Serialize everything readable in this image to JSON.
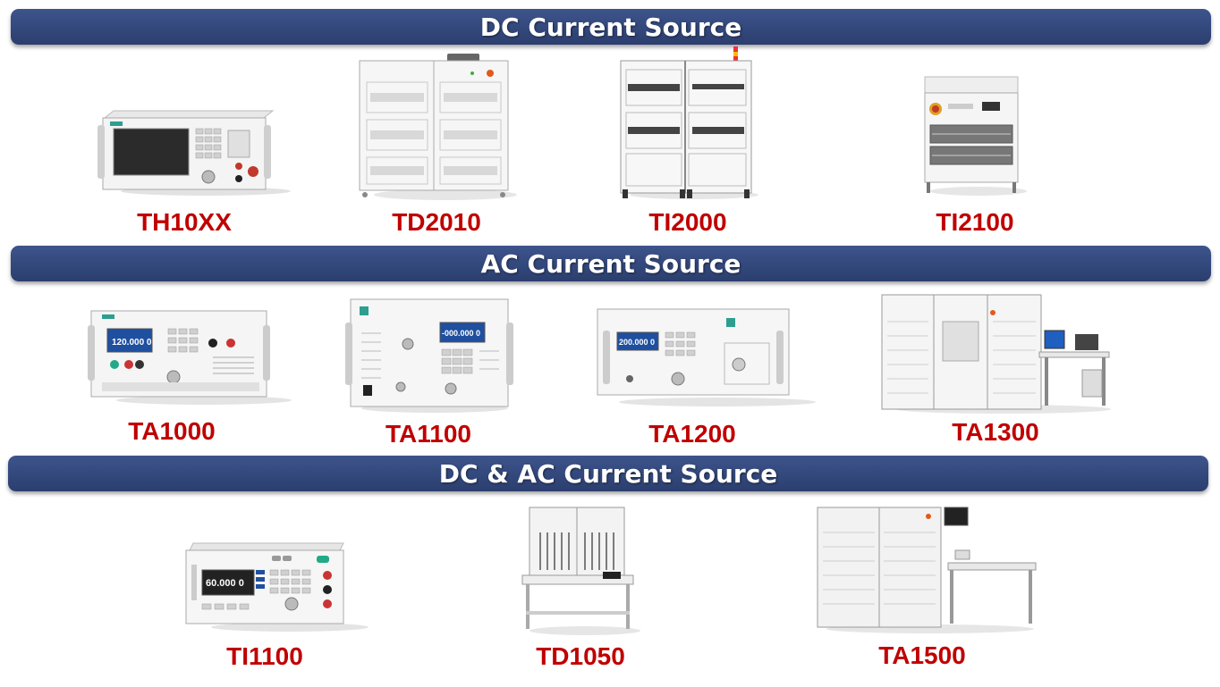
{
  "sections": [
    {
      "title": "DC Current Source"
    },
    {
      "title": "AC Current Source"
    },
    {
      "title": "DC & AC Current Source"
    }
  ],
  "products": {
    "th10xx": {
      "name": "TH10XX"
    },
    "td2010": {
      "name": "TD2010"
    },
    "ti2000": {
      "name": "TI2000"
    },
    "ti2100": {
      "name": "TI2100"
    },
    "ta1000": {
      "name": "TA1000",
      "display": "120.000 0"
    },
    "ta1100": {
      "name": "TA1100",
      "display": "-000.000 0"
    },
    "ta1200": {
      "name": "TA1200",
      "display": "200.000 0"
    },
    "ta1300": {
      "name": "TA1300"
    },
    "ti1100": {
      "name": "TI1100",
      "display": "60.000 0"
    },
    "td1050": {
      "name": "TD1050"
    },
    "ta1500": {
      "name": "TA1500"
    }
  },
  "colors": {
    "banner": "#2f4374",
    "label": "#c00000"
  }
}
